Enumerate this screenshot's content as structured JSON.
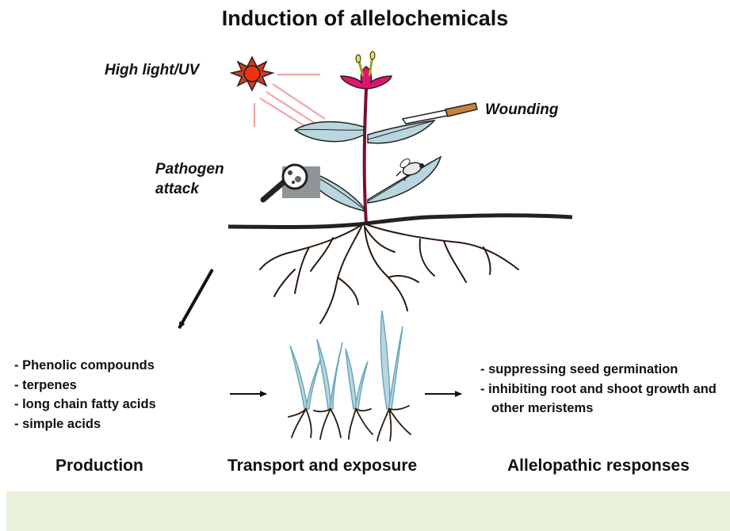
{
  "title": "Induction of allelochemicals",
  "inducers": {
    "light": "High light/UV",
    "wounding": "Wounding",
    "pathogen": "Pathogen attack"
  },
  "production": {
    "items": [
      "- Phenolic compounds",
      "- terpenes",
      "- long chain fatty acids",
      "- simple acids"
    ]
  },
  "responses": {
    "items": [
      "- suppressing seed germination",
      "- inhibiting root and shoot growth and other meristems"
    ]
  },
  "stages": {
    "production": "Production",
    "transport": "Transport and exposure",
    "responses": "Allelopathic responses"
  },
  "colors": {
    "sun": "#ee3311",
    "light_rays": "#f3a4a4",
    "leaf": "#b9d6df",
    "stem": "#7a1030",
    "flower": "#e0146e",
    "soil": "#222222",
    "roots": "#2a1a10",
    "footer_band": "#e9f1da"
  }
}
